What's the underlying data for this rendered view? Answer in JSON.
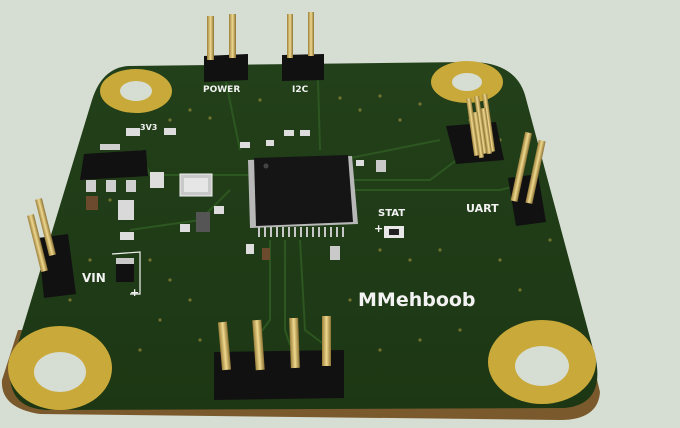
{
  "board": {
    "colors": {
      "background": "#d6ddd2",
      "soldermask": "#1f3a14",
      "soldermask_light": "#2c4d1e",
      "copper_pad": "#c9a93a",
      "silkscreen": "#f2f2f2",
      "ic_body": "#151515",
      "header_plastic": "#111111",
      "pin_gold": "#d6b96a"
    },
    "labels": {
      "power": "POWER",
      "i2c": "I2C",
      "stat": "STAT",
      "uart": "UART",
      "vin": "VIN",
      "author": "MMehboob",
      "plus_vin": "+",
      "plus_stat": "+",
      "v3": "3V3"
    }
  }
}
